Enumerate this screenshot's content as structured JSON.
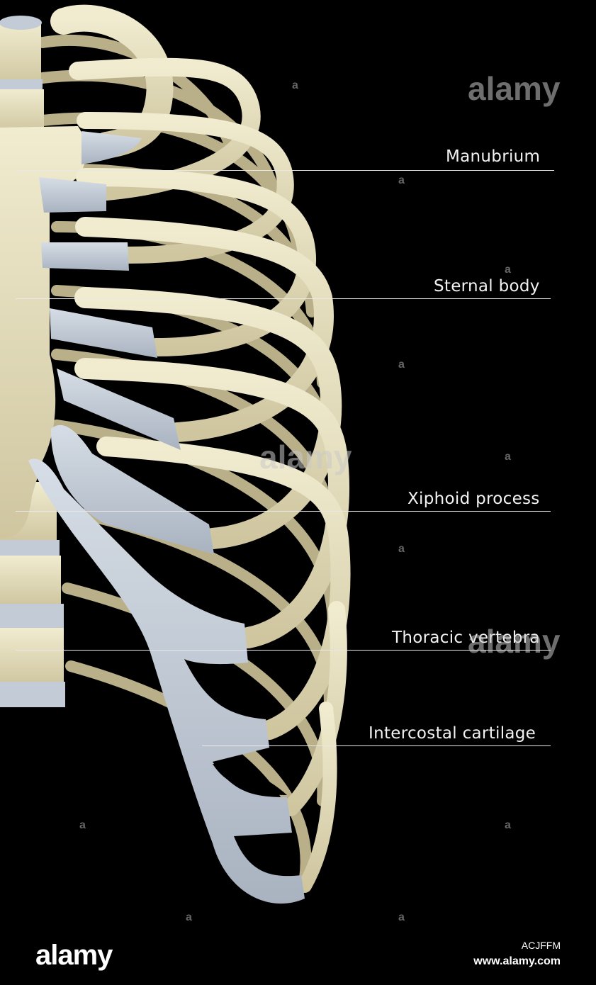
{
  "labels": {
    "manubrium": "Manubrium",
    "sternal_body": "Sternal body",
    "xiphoid_process": "Xiphoid process",
    "thoracic_vertebra": "Thoracic vertebra",
    "intercostal_cartilage": "Intercostal cartilage"
  },
  "watermark": {
    "brand": "alamy",
    "mark": "a"
  },
  "footer": {
    "brand": "alamy",
    "image_code": "ACJFFM",
    "url": "www.alamy.com"
  },
  "colors": {
    "background": "#000000",
    "bone": "#e6e0bf",
    "cartilage": "#c3cbd6",
    "label_text": "#f2f2f2"
  }
}
